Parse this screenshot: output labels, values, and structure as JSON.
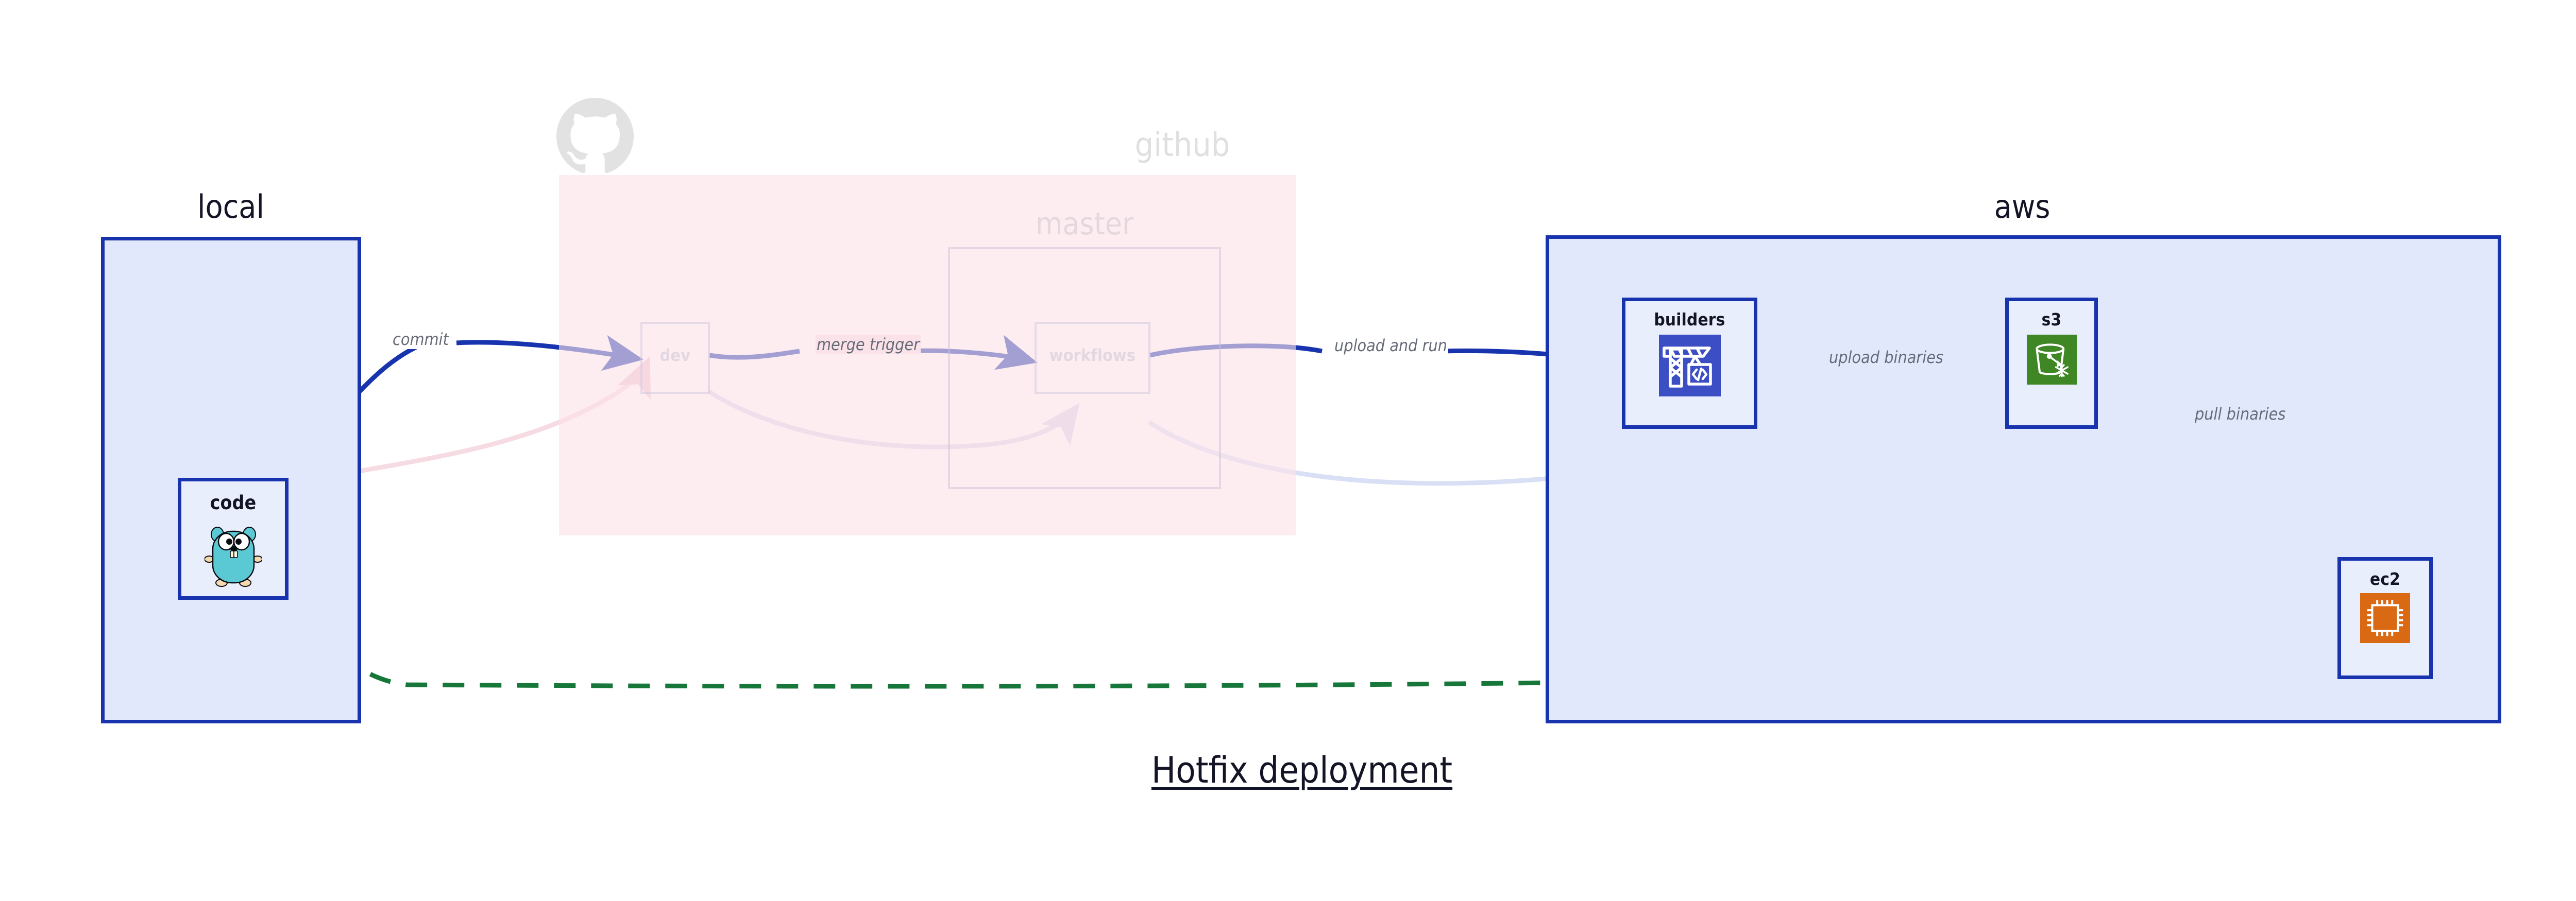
{
  "diagram": {
    "title": "Hotfix deployment",
    "colors": {
      "cluster_blue_fill": "#e2e8fb",
      "cluster_blue_border": "#1733ad",
      "cluster_pink_fill": "#fbe2e8",
      "node_fill": "#e9eefc",
      "edge_blue": "#1733ad",
      "edge_green": "#17773a",
      "edge_label_gray": "#666b78",
      "builders_icon": "#3b4ec4",
      "s3_icon": "#3f8624",
      "ec2_icon": "#d96a13",
      "gopher_teal": "#5bc9d4",
      "faded_gray": "#e2e2e2"
    }
  },
  "clusters": [
    {
      "id": "local",
      "label": "local"
    },
    {
      "id": "github",
      "label": "github"
    },
    {
      "id": "master",
      "label": "master"
    },
    {
      "id": "aws",
      "label": "aws"
    }
  ],
  "nodes": [
    {
      "id": "code",
      "label": "code",
      "icon": "go-gopher-icon"
    },
    {
      "id": "dev",
      "label": "dev",
      "icon": "none"
    },
    {
      "id": "workflows",
      "label": "workflows",
      "icon": "none"
    },
    {
      "id": "builders",
      "label": "builders",
      "icon": "aws-crane-builder-icon"
    },
    {
      "id": "s3",
      "label": "s3",
      "icon": "aws-s3-glacier-bucket-icon"
    },
    {
      "id": "ec2",
      "label": "ec2",
      "icon": "aws-ec2-cpu-chip-icon"
    }
  ],
  "edges": [
    {
      "id": "code-dev",
      "from": "code",
      "to": "dev",
      "label": "commit",
      "style": "solid",
      "color": "#1733ad"
    },
    {
      "id": "dev-workflows",
      "from": "dev",
      "to": "workflows",
      "label": "merge trigger",
      "style": "solid",
      "color": "#1733ad"
    },
    {
      "id": "workflows-build",
      "from": "workflows",
      "to": "builders",
      "label": "upload and run",
      "style": "solid",
      "color": "#1733ad"
    },
    {
      "id": "builders-s3",
      "from": "builders",
      "to": "s3",
      "label": "upload binaries",
      "style": "solid",
      "color": "#1733ad"
    },
    {
      "id": "s3-ec2",
      "from": "s3",
      "to": "ec2",
      "label": "pull binaries",
      "style": "solid",
      "color": "#1733ad"
    },
    {
      "id": "code-ec2",
      "from": "code",
      "to": "ec2",
      "label": "",
      "style": "dashed",
      "color": "#17773a"
    }
  ],
  "logos": [
    {
      "id": "github-octocat",
      "name": "github-octocat-logo"
    }
  ]
}
